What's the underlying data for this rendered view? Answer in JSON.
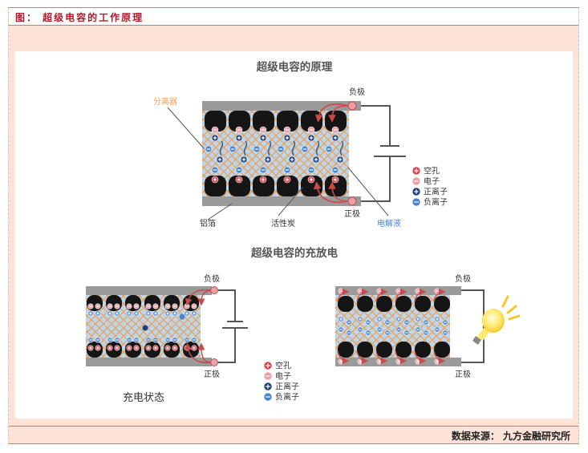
{
  "figure": {
    "caption": "图： 超级电容的工作原理",
    "source": "数据来源： 九方金融研究所"
  },
  "diagram_top": {
    "title": "超级电容的原理",
    "labels": {
      "separator": "分离器",
      "negative_electrode": "负极",
      "positive_electrode": "正极",
      "aluminum_foil": "铝箔",
      "activated_carbon": "活性炭",
      "electrolyte": "电解液"
    },
    "legend": [
      {
        "symbol": "+",
        "label": "空孔",
        "color": "#d9444d"
      },
      {
        "symbol": "−",
        "label": "电子",
        "color": "#e8a0a6"
      },
      {
        "symbol": "+",
        "label": "正离子",
        "color": "#1f3f7a"
      },
      {
        "symbol": "−",
        "label": "负离子",
        "color": "#4a86cc"
      }
    ]
  },
  "diagram_bottom": {
    "title": "超级电容的充放电",
    "charging": {
      "state_label": "充电状态",
      "negative_electrode": "负极",
      "positive_electrode": "正极"
    },
    "discharging": {
      "negative_electrode": "负极",
      "positive_electrode": "正极",
      "load_icon": "light-bulb-icon"
    },
    "legend": [
      {
        "symbol": "+",
        "label": "空孔",
        "color": "#d9444d"
      },
      {
        "symbol": "−",
        "label": "电子",
        "color": "#e8a0a6"
      },
      {
        "symbol": "+",
        "label": "正离子",
        "color": "#1f3f7a"
      },
      {
        "symbol": "−",
        "label": "负离子",
        "color": "#4a86cc"
      }
    ]
  },
  "colors": {
    "accent_border": "#e07a3c",
    "caption_red": "#b0182a",
    "frame_fill": "#fbe3d7",
    "electrode_gray": "#9a9a9a",
    "carbon_black": "#151515",
    "electrolyte_blue": "#bcd6ee",
    "separator_orange": "#f0a050",
    "label_separator": "#f0a050",
    "label_electrolyte": "#4a86cc"
  }
}
